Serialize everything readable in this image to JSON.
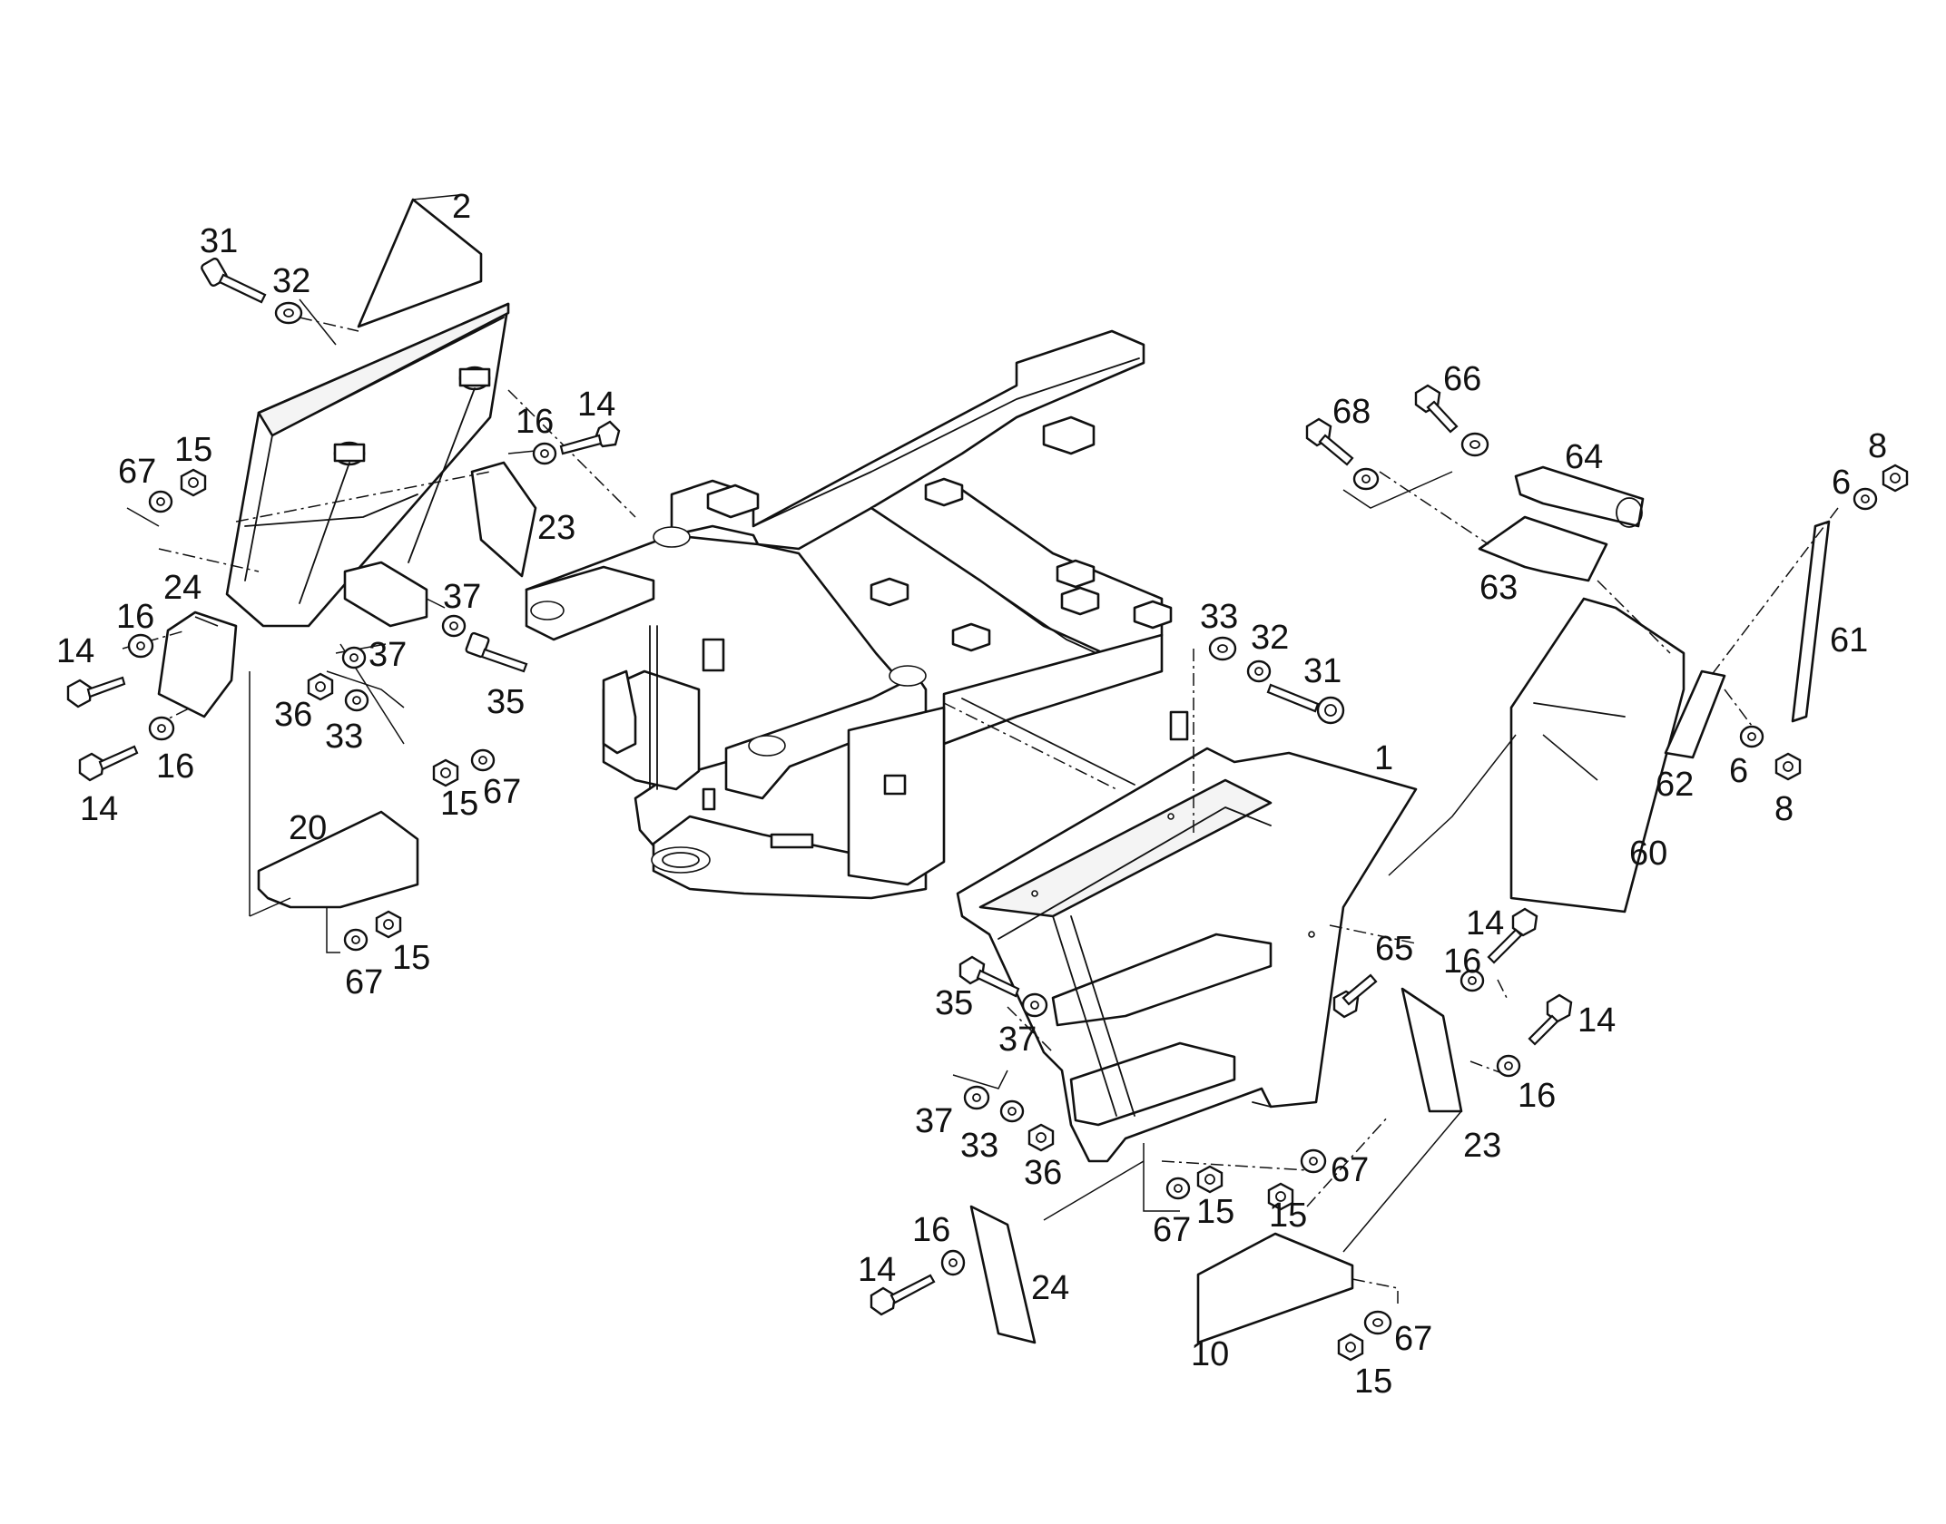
{
  "callouts": [
    {
      "id": "c-2",
      "text": "2"
    },
    {
      "id": "c-31a",
      "text": "31"
    },
    {
      "id": "c-32a",
      "text": "32"
    },
    {
      "id": "c-14a",
      "text": "14"
    },
    {
      "id": "c-16a",
      "text": "16"
    },
    {
      "id": "c-67a",
      "text": "67"
    },
    {
      "id": "c-15a",
      "text": "15"
    },
    {
      "id": "c-23a",
      "text": "23"
    },
    {
      "id": "c-24a",
      "text": "24"
    },
    {
      "id": "c-37a",
      "text": "37"
    },
    {
      "id": "c-37b",
      "text": "37"
    },
    {
      "id": "c-14b",
      "text": "14"
    },
    {
      "id": "c-16b",
      "text": "16"
    },
    {
      "id": "c-35a",
      "text": "35"
    },
    {
      "id": "c-36a",
      "text": "36"
    },
    {
      "id": "c-33a",
      "text": "33"
    },
    {
      "id": "c-14c",
      "text": "14"
    },
    {
      "id": "c-16c",
      "text": "16"
    },
    {
      "id": "c-15b",
      "text": "15"
    },
    {
      "id": "c-67b",
      "text": "67"
    },
    {
      "id": "c-20",
      "text": "20"
    },
    {
      "id": "c-67c",
      "text": "67"
    },
    {
      "id": "c-15c",
      "text": "15"
    },
    {
      "id": "c-68",
      "text": "68"
    },
    {
      "id": "c-66",
      "text": "66"
    },
    {
      "id": "c-64",
      "text": "64"
    },
    {
      "id": "c-63",
      "text": "63"
    },
    {
      "id": "c-8a",
      "text": "8"
    },
    {
      "id": "c-6a",
      "text": "6"
    },
    {
      "id": "c-61",
      "text": "61"
    },
    {
      "id": "c-33b",
      "text": "33"
    },
    {
      "id": "c-32b",
      "text": "32"
    },
    {
      "id": "c-31b",
      "text": "31"
    },
    {
      "id": "c-1",
      "text": "1"
    },
    {
      "id": "c-62",
      "text": "62"
    },
    {
      "id": "c-6b",
      "text": "6"
    },
    {
      "id": "c-8b",
      "text": "8"
    },
    {
      "id": "c-60",
      "text": "60"
    },
    {
      "id": "c-14d",
      "text": "14"
    },
    {
      "id": "c-65",
      "text": "65"
    },
    {
      "id": "c-16d",
      "text": "16"
    },
    {
      "id": "c-14e",
      "text": "14"
    },
    {
      "id": "c-16e",
      "text": "16"
    },
    {
      "id": "c-35b",
      "text": "35"
    },
    {
      "id": "c-37c",
      "text": "37"
    },
    {
      "id": "c-37d",
      "text": "37"
    },
    {
      "id": "c-33c",
      "text": "33"
    },
    {
      "id": "c-36b",
      "text": "36"
    },
    {
      "id": "c-23b",
      "text": "23"
    },
    {
      "id": "c-67d",
      "text": "67"
    },
    {
      "id": "c-67e",
      "text": "67"
    },
    {
      "id": "c-15d",
      "text": "15"
    },
    {
      "id": "c-15e",
      "text": "15"
    },
    {
      "id": "c-16f",
      "text": "16"
    },
    {
      "id": "c-14f",
      "text": "14"
    },
    {
      "id": "c-24b",
      "text": "24"
    },
    {
      "id": "c-10",
      "text": "10"
    },
    {
      "id": "c-67f",
      "text": "67"
    },
    {
      "id": "c-15f",
      "text": "15"
    }
  ]
}
